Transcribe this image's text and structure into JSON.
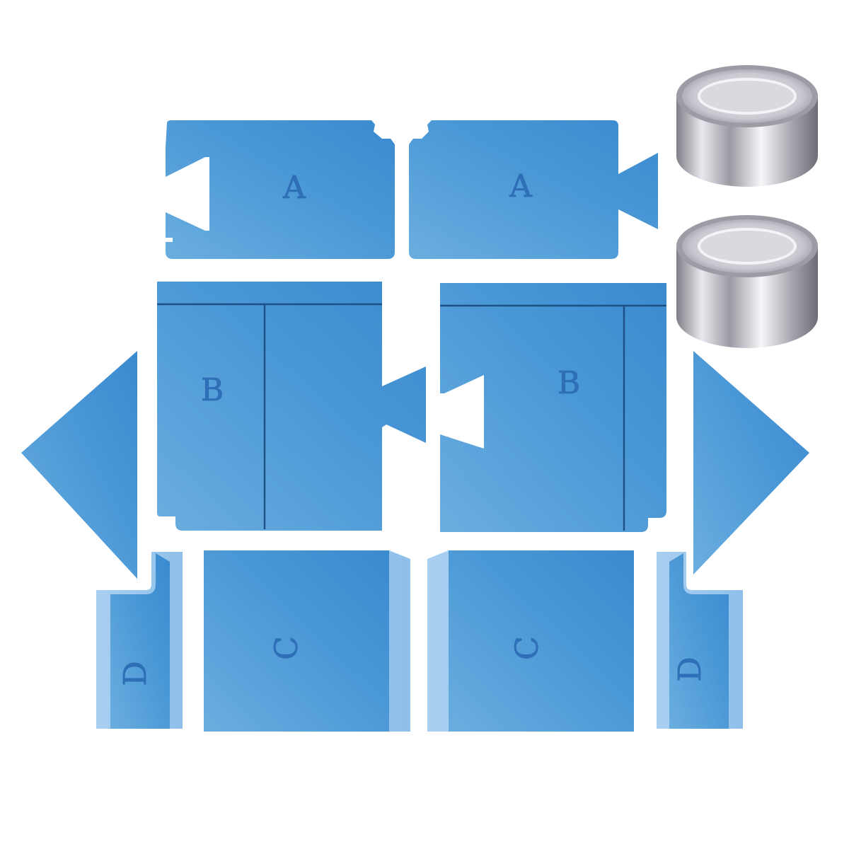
{
  "colors": {
    "panel_light": "#68acdf",
    "panel_dark": "#3f8fd1",
    "edge_light": "#a7cdee",
    "fold_line": "#1e4f85",
    "letter": "#2e6fb8",
    "tape_silver": "#c9c9cf",
    "tape_shadow": "#8b8b93"
  },
  "pieces": {
    "a_left": {
      "label": "A"
    },
    "a_right": {
      "label": "A"
    },
    "b_left": {
      "label": "B"
    },
    "b_right": {
      "label": "B"
    },
    "c_left": {
      "label": "C"
    },
    "c_right": {
      "label": "C"
    },
    "d_left": {
      "label": "D"
    },
    "d_right": {
      "label": "D"
    }
  },
  "tape_rolls": [
    {
      "name": "aluminum-tape-roll"
    },
    {
      "name": "aluminum-tape-roll"
    }
  ]
}
